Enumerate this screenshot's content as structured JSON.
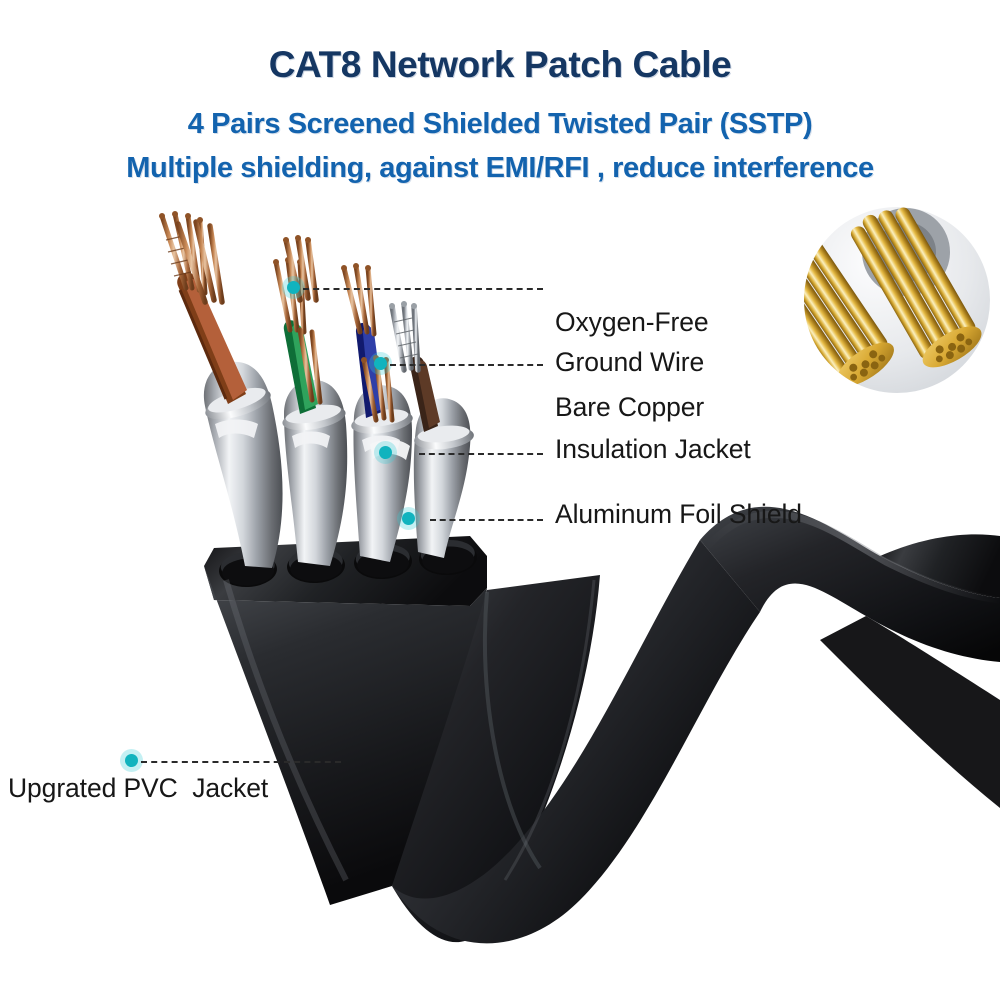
{
  "header": {
    "title": "CAT8 Network Patch Cable",
    "subtitle1": "4 Pairs Screened Shielded Twisted Pair (SSTP)",
    "subtitle2": "Multiple shielding, against EMI/RFI , reduce interference",
    "title_color": "#153763",
    "subtitle_color": "#1363AE"
  },
  "callouts": [
    {
      "id": "oxygen-free-bare-copper",
      "line1": "Oxygen-Free",
      "line2": "Bare Copper"
    },
    {
      "id": "ground-wire",
      "line1": "Ground Wire",
      "line2": ""
    },
    {
      "id": "insulation-jacket",
      "line1": "Insulation Jacket",
      "line2": ""
    },
    {
      "id": "aluminum-foil-shield",
      "line1": "Aluminum Foil Shield",
      "line2": ""
    },
    {
      "id": "upgrated-pvc-jacket",
      "line1": "Upgrated PVC  Jacket",
      "line2": ""
    }
  ],
  "marker_color": "#11B3BE",
  "product": {
    "jacket_color": "#1b1b1b",
    "foil_shield_color": "#c9ccd1",
    "pair_colors": [
      "#9b4a22",
      "#1a8f4a",
      "#2536a8",
      "#8a8f96"
    ],
    "conductor_color": "#b0703f",
    "inset_conductor_color": "#e0a93a",
    "pair_count": 4
  }
}
